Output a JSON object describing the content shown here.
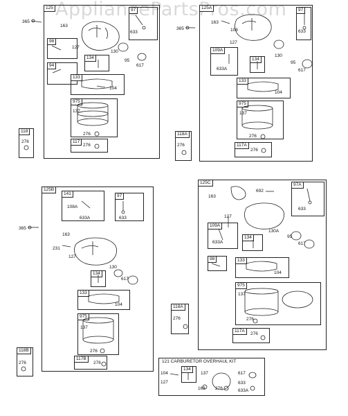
{
  "watermark": "AppliancePartsPros.com",
  "kit_title": "CARBURETOR OVERHAUL KIT",
  "groups": {
    "g125": {
      "tag": "125",
      "labels": [
        "365",
        "163",
        "127",
        "130",
        "95",
        "617",
        "633",
        "104",
        "137",
        "276",
        "97",
        "98",
        "94",
        "134",
        "133",
        "975",
        "117"
      ]
    },
    "g125A": {
      "tag": "125A",
      "labels": [
        "365",
        "163",
        "108",
        "127",
        "130",
        "95",
        "617",
        "633",
        "633A",
        "104",
        "137",
        "276",
        "97",
        "109A",
        "134",
        "133",
        "975",
        "117A"
      ]
    },
    "g125B": {
      "tag": "125B",
      "labels": [
        "365",
        "163",
        "231",
        "127",
        "130",
        "617",
        "104",
        "137",
        "276",
        "108A",
        "633A",
        "633",
        "141",
        "97",
        "134",
        "133",
        "975",
        "117B"
      ]
    },
    "g125C": {
      "tag": "125C",
      "labels": [
        "163",
        "692",
        "127",
        "130A",
        "95",
        "617",
        "633",
        "633A",
        "104",
        "137",
        "276",
        "97A",
        "109A",
        "134",
        "98",
        "133",
        "975",
        "117A"
      ]
    },
    "g118": {
      "tag": "118",
      "labels": [
        "276"
      ]
    },
    "g118A_top": {
      "tag": "118A",
      "labels": [
        "276"
      ]
    },
    "g118A_bot": {
      "tag": "118A",
      "labels": [
        "276"
      ]
    },
    "g118B": {
      "tag": "118B",
      "labels": [
        "276"
      ]
    },
    "g121": {
      "tag": "121",
      "labels": [
        "104",
        "127",
        "134",
        "137",
        "617",
        "633",
        "633A",
        "163",
        "276"
      ]
    }
  }
}
